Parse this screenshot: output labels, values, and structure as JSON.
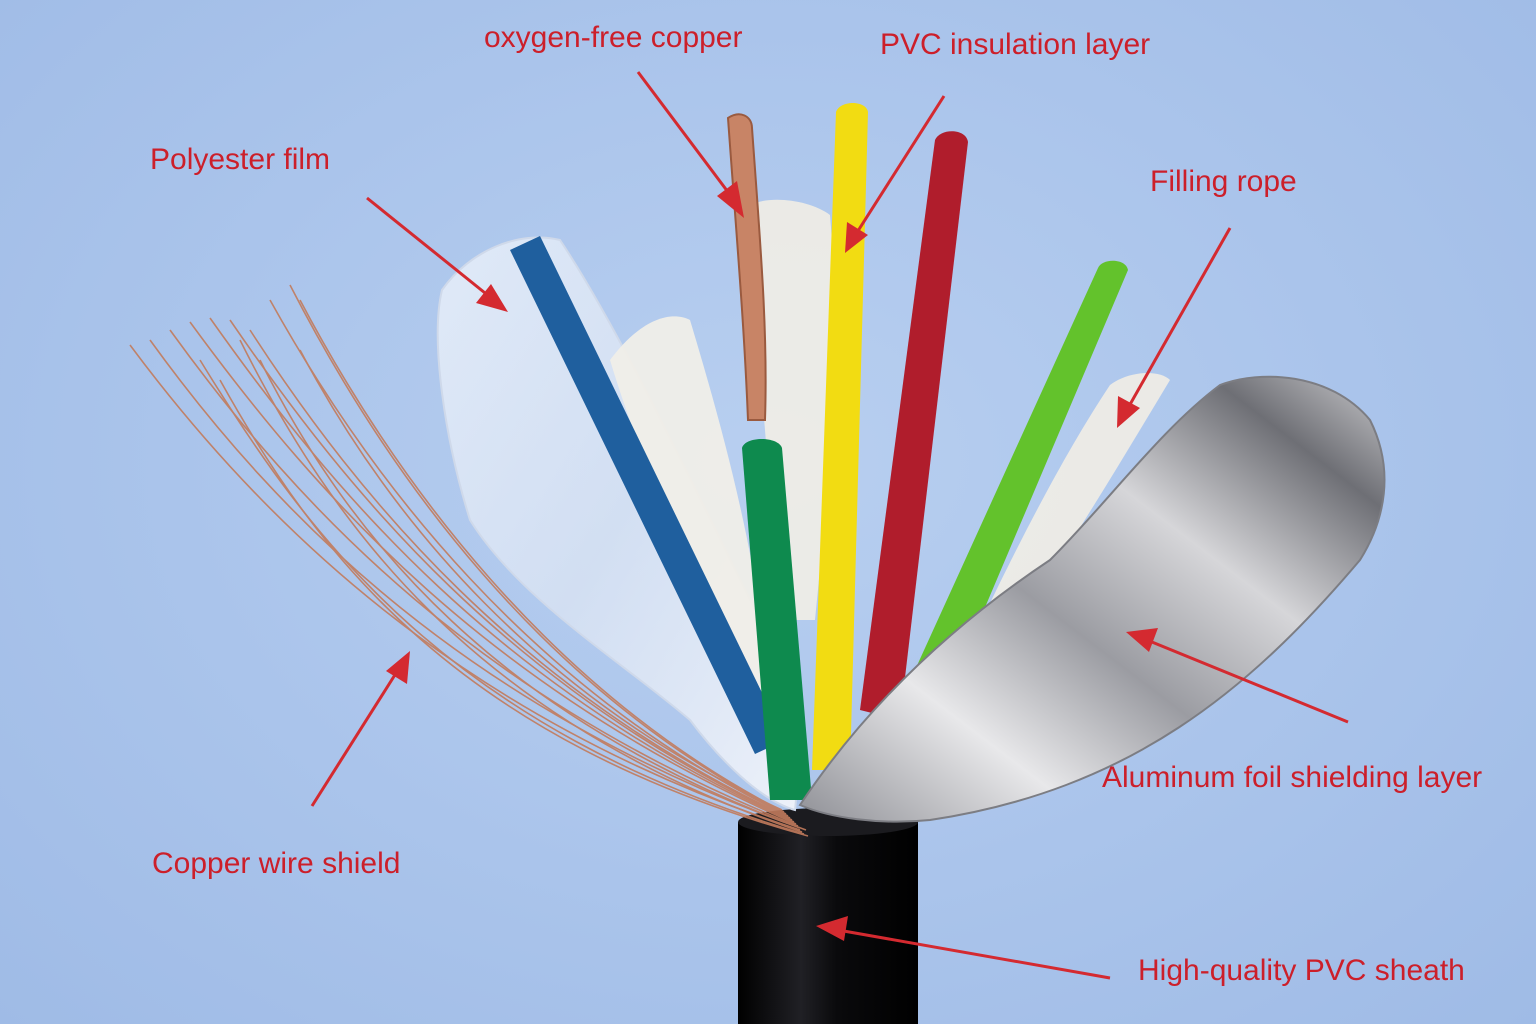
{
  "labels": {
    "oxygen_free_copper": "oxygen-free copper",
    "pvc_insulation_layer": "PVC insulation layer",
    "polyester_film": "Polyester film",
    "filling_rope": "Filling rope",
    "aluminum_foil_shielding_layer": "Aluminum foil shielding layer",
    "copper_wire_shield": "Copper wire shield",
    "high_quality_pvc_sheath": "High-quality PVC sheath"
  },
  "colors": {
    "label_text": "#cc1f2a",
    "arrow": "#d42a30",
    "background": "#aac4eb",
    "sheath": "#0d0d10",
    "core_blue": "#1f5f9e",
    "core_dark_green": "#0e8a4e",
    "core_yellow": "#f2dc12",
    "core_red": "#b01d2c",
    "core_light_green": "#63c22c",
    "copper": "#c88466",
    "foil": "#b9b9bd",
    "filler": "#eeece6"
  }
}
